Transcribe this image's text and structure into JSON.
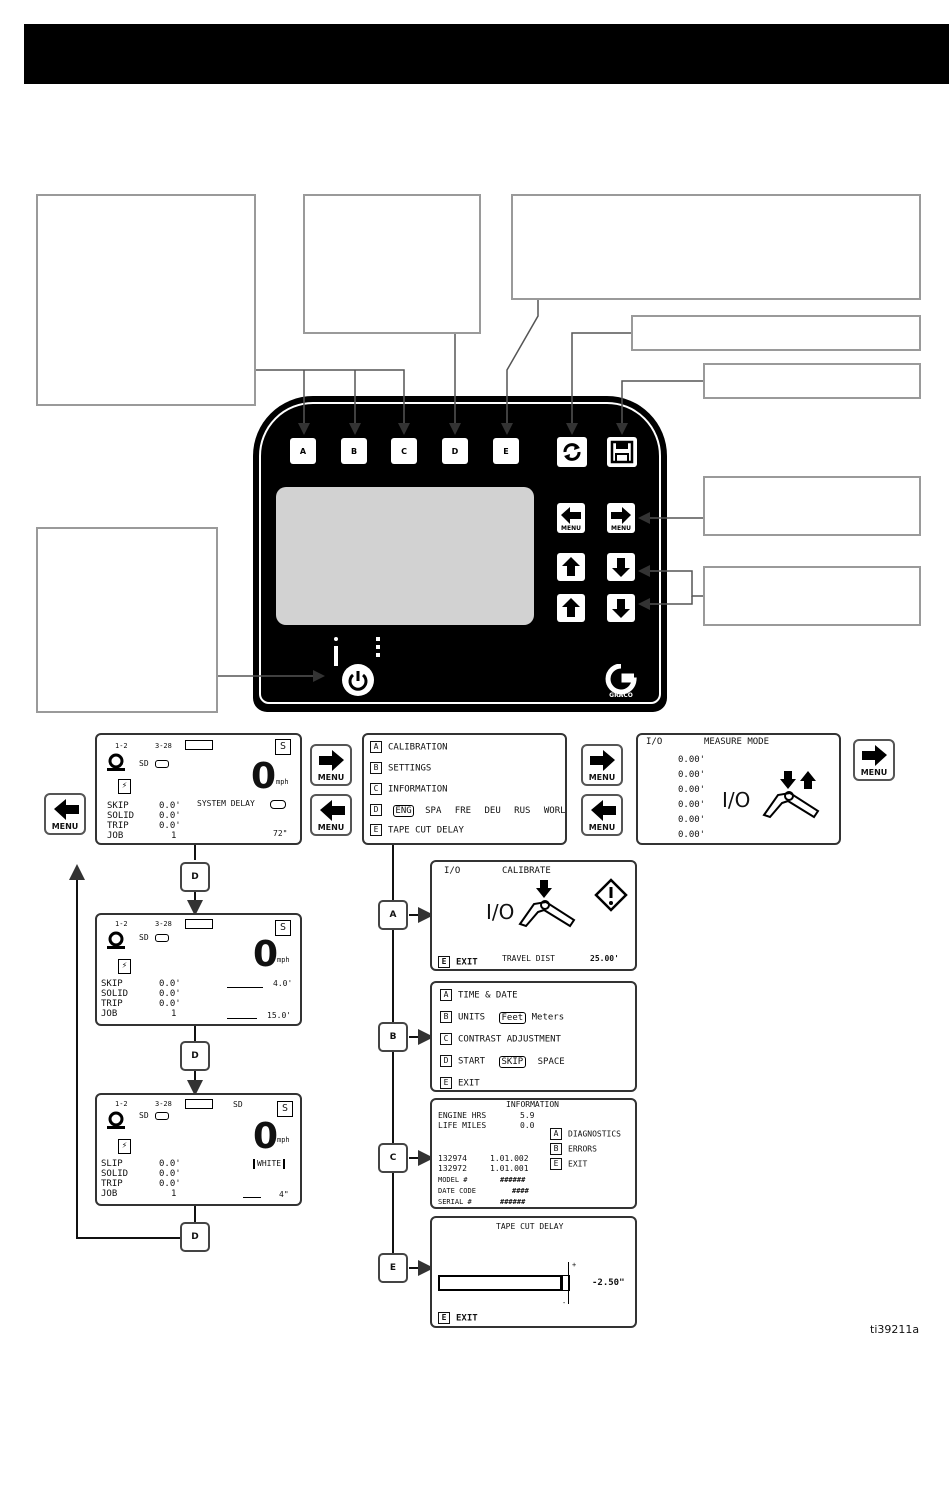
{
  "device": {
    "soft_keys": [
      "A",
      "B",
      "C",
      "D",
      "E"
    ],
    "menu_label": "MENU",
    "brand": "GRACO"
  },
  "main_screen_1": {
    "tabs": [
      "1-2",
      "3-28"
    ],
    "sd": "SD",
    "s_badge": "S",
    "speed": "0",
    "unit": "mph",
    "labels": [
      "SKIP",
      "SOLID",
      "TRIP",
      "JOB"
    ],
    "values": [
      "0.0'",
      "0.0'",
      "0.0'",
      "1"
    ],
    "system_delay": "SYSTEM DELAY",
    "distance": "72\""
  },
  "main_screen_2": {
    "tabs": [
      "1-2",
      "3-28"
    ],
    "s_badge": "S",
    "sd": "SD",
    "speed": "0",
    "unit": "mph",
    "labels": [
      "SKIP",
      "SOLID",
      "TRIP",
      "JOB"
    ],
    "values": [
      "0.0'",
      "0.0'",
      "0.0'",
      "1"
    ],
    "val_a": "4.0'",
    "val_b": "15.0'"
  },
  "main_screen_3": {
    "tabs": [
      "1-2",
      "3-28"
    ],
    "sd": "SD",
    "sd2": "SD",
    "s_badge": "S",
    "speed": "0",
    "unit": "mph",
    "labels": [
      "SLIP",
      "SOLID",
      "TRIP",
      "JOB"
    ],
    "values": [
      "0.0'",
      "0.0'",
      "0.0'",
      "1"
    ],
    "white": "WHITE",
    "val": "4\""
  },
  "menu_screen": {
    "items": [
      {
        "key": "A",
        "text": "CALIBRATION"
      },
      {
        "key": "B",
        "text": "SETTINGS"
      },
      {
        "key": "C",
        "text": "INFORMATION"
      },
      {
        "key": "E",
        "text": "TAPE CUT DELAY"
      }
    ],
    "lang_key": "D",
    "languages": [
      "ENG",
      "SPA",
      "FRE",
      "DEU",
      "RUS",
      "WORLD"
    ]
  },
  "measure_screen": {
    "io": "I/O",
    "title": "MEASURE MODE",
    "values": [
      "0.00'",
      "0.00'",
      "0.00'",
      "0.00'",
      "0.00'",
      "0.00'"
    ]
  },
  "calibrate_screen": {
    "io": "I/O",
    "title": "CALIBRATE",
    "exit": "EXIT",
    "travel": "TRAVEL DIST",
    "travel_val": "25.00'"
  },
  "settings_screen": {
    "items": [
      {
        "key": "A",
        "text": "TIME & DATE"
      },
      {
        "key": "C",
        "text": "CONTRAST ADJUSTMENT"
      }
    ],
    "units_key": "B",
    "units_label": "UNITS",
    "feet": "Feet",
    "meters": "Meters",
    "start_key": "D",
    "start_label": "START",
    "skip": "SKIP",
    "space": "SPACE",
    "exit_key": "E",
    "exit": "EXIT"
  },
  "info_screen": {
    "title": "INFORMATION",
    "engine_hrs": "ENGINE HRS",
    "engine_val": "5.9",
    "life_miles": "LIFE MILES",
    "life_val": "0.0",
    "rows": [
      {
        "k": "132974",
        "v": "1.01.002"
      },
      {
        "k": "132972",
        "v": "1.01.001"
      },
      {
        "k": "MODEL #",
        "v": "######"
      },
      {
        "k": "DATE CODE",
        "v": "####"
      },
      {
        "k": "SERIAL #",
        "v": "######"
      }
    ],
    "options": [
      {
        "key": "A",
        "text": "DIAGNOSTICS"
      },
      {
        "key": "B",
        "text": "ERRORS"
      },
      {
        "key": "E",
        "text": "EXIT"
      }
    ]
  },
  "tape_screen": {
    "title": "TAPE CUT DELAY",
    "value": "-2.50\"",
    "plus": "+",
    "minus": "-",
    "exit_key": "E",
    "exit": "EXIT"
  },
  "flow_labels": {
    "d1": "D",
    "d2": "D",
    "d3": "D",
    "a": "A",
    "b": "B",
    "c": "C",
    "e": "E"
  },
  "figure_id": "ti39211a"
}
